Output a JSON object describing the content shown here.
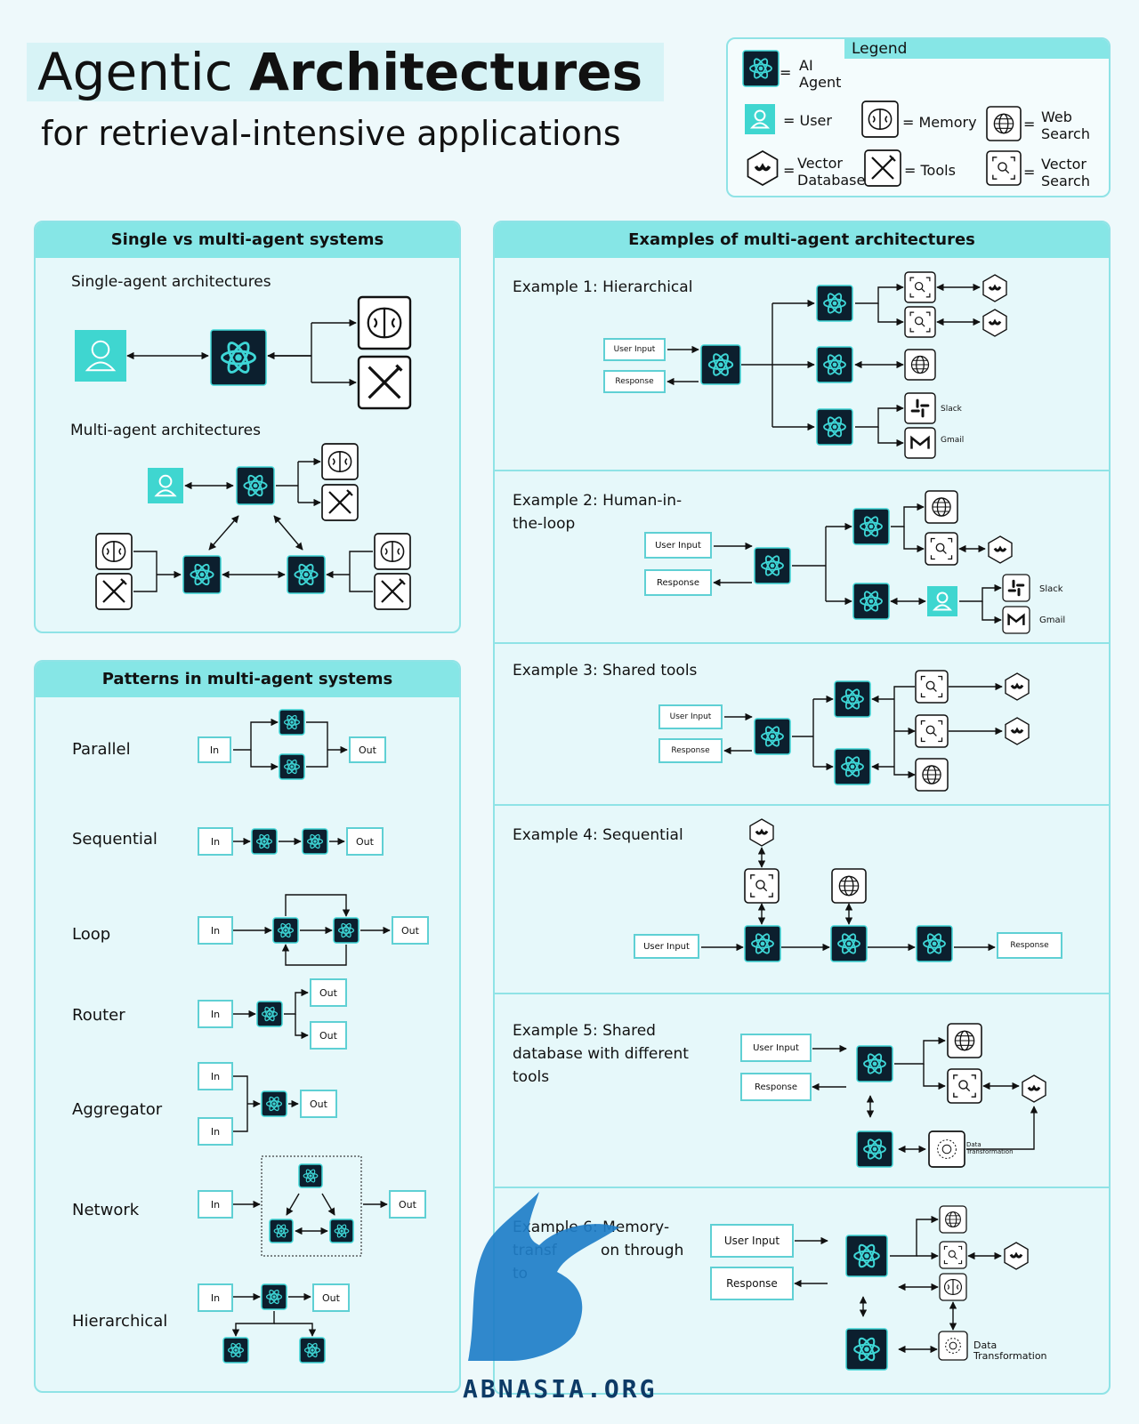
{
  "header": {
    "title_light": "Agentic ",
    "title_bold": "Architectures",
    "subtitle": "for retrieval-intensive applications"
  },
  "legend": {
    "title": "Legend",
    "items": [
      {
        "icon": "ai-agent-icon",
        "label_1": "AI",
        "label_2": "Agent"
      },
      {
        "icon": "user-icon",
        "label_1": "User"
      },
      {
        "icon": "memory-icon",
        "label_1": "Memory"
      },
      {
        "icon": "web-search-icon",
        "label_1": "Web",
        "label_2": "Search"
      },
      {
        "icon": "vector-database-icon",
        "label_1": "Vector",
        "label_2": "Database"
      },
      {
        "icon": "tools-icon",
        "label_1": "Tools"
      },
      {
        "icon": "vector-search-icon",
        "label_1": "Vector",
        "label_2": "Search"
      }
    ],
    "eq": "="
  },
  "single_multi": {
    "title": "Single vs multi-agent systems",
    "single_label": "Single-agent architectures",
    "multi_label": "Multi-agent architectures"
  },
  "patterns": {
    "title": "Patterns in multi-agent systems",
    "in": "In",
    "out": "Out",
    "names": [
      "Parallel",
      "Sequential",
      "Loop",
      "Router",
      "Aggregator",
      "Network",
      "Hierarchical"
    ]
  },
  "examples": {
    "title": "Examples of multi-agent architectures",
    "ex1": "Example 1: Hierarchical",
    "ex2_a": "Example 2: Human-in-",
    "ex2_b": "the-loop",
    "ex3": "Example 3: Shared tools",
    "ex4": "Example 4: Sequential",
    "ex5_a": "Example 5: Shared",
    "ex5_b": "database with different",
    "ex5_c": "tools",
    "ex6_a": "Example 6: Memory-",
    "ex6_b": "transf",
    "ex6_c": "on through",
    "ex6_d": "to",
    "user_input": "User Input",
    "response": "Response",
    "slack": "Slack",
    "gmail": "Gmail",
    "data_transformation": "Data Transformation",
    "data_1": "Data",
    "data_2": "Transformation"
  },
  "watermark": "ABNASIA.ORG",
  "colors": {
    "accent": "#86e6e6",
    "agent_bg": "#0c1f2e",
    "agent_fg": "#3ed6d6",
    "user_bg": "#3fd6d0"
  }
}
